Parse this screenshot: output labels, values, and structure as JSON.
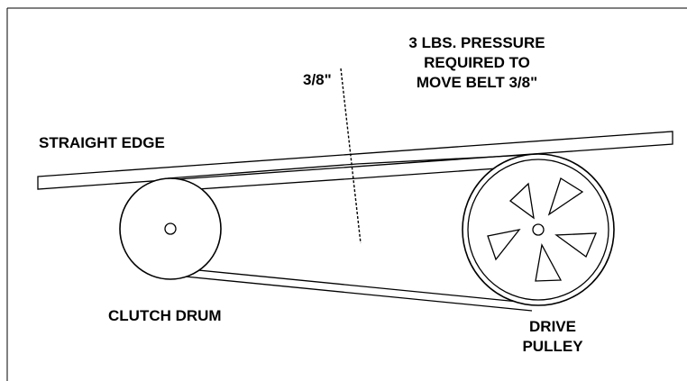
{
  "labels": {
    "pressure_line1": "3 LBS. PRESSURE",
    "pressure_line2": "REQUIRED TO",
    "pressure_line3": "MOVE BELT 3/8\"",
    "deflection": "3/8\"",
    "straight_edge": "STRAIGHT EDGE",
    "clutch_drum": "CLUTCH DRUM",
    "drive_line1": "DRIVE",
    "drive_line2": "PULLEY"
  },
  "colors": {
    "ink": "#000000",
    "background": "#ffffff"
  }
}
